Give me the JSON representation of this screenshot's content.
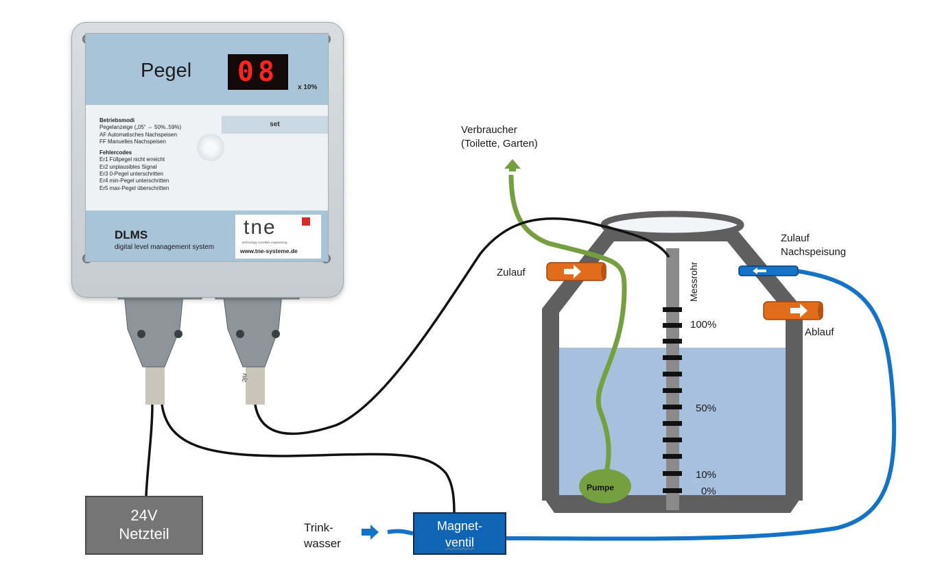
{
  "device": {
    "pegel_title": "Pegel",
    "display_value": "08",
    "display_unit": "x 10%",
    "set_label": "set",
    "modes_heading": "Betriebsmodi",
    "modes": [
      "Pegelanzeige („05“ ⇔ 50%..59%)",
      "AF Automatisches Nachspeisen",
      "FF Manuelles Nachspeisen"
    ],
    "errors_heading": "Fehlercodes",
    "errors": [
      "Er1  Füllpegel nicht erreicht",
      "Er2  unplausibles Signal",
      "Er3  0-Pegel unterschritten",
      "Er4  min-Pegel unterschritten",
      "Er5  max-Pegel überschritten"
    ],
    "product_name": "DLMS",
    "product_subtitle": "digital level management system",
    "logo_text": "tne",
    "logo_tagline": "technology novelties engineering",
    "url": "www.tne-systeme.de"
  },
  "power_supply": {
    "line1": "24V",
    "line2": "Netzteil"
  },
  "valve": {
    "line1": "Magnet-",
    "line2": "ventil"
  },
  "labels": {
    "trinkwasser_1": "Trink-",
    "trinkwasser_2": "wasser",
    "verbraucher_1": "Verbraucher",
    "verbraucher_2": "(Toilette, Garten)",
    "zulauf": "Zulauf",
    "zulauf_nachspeisung_1": "Zulauf",
    "zulauf_nachspeisung_2": "Nachspeisung",
    "ablauf": "Ablauf",
    "messrohr": "Messrohr",
    "pumpe": "Pumpe",
    "connector_print": "nic"
  },
  "scale": {
    "p100": "100%",
    "p50": "50%",
    "p10": "10%",
    "p0": "0%"
  },
  "colors": {
    "water": "#a7c0de",
    "tank_wall": "#5f5f5f",
    "green_pipe": "#76a040",
    "blue_pipe": "#1473c7",
    "orange_fitting": "#e06c1c",
    "display_red": "#ff2424"
  }
}
